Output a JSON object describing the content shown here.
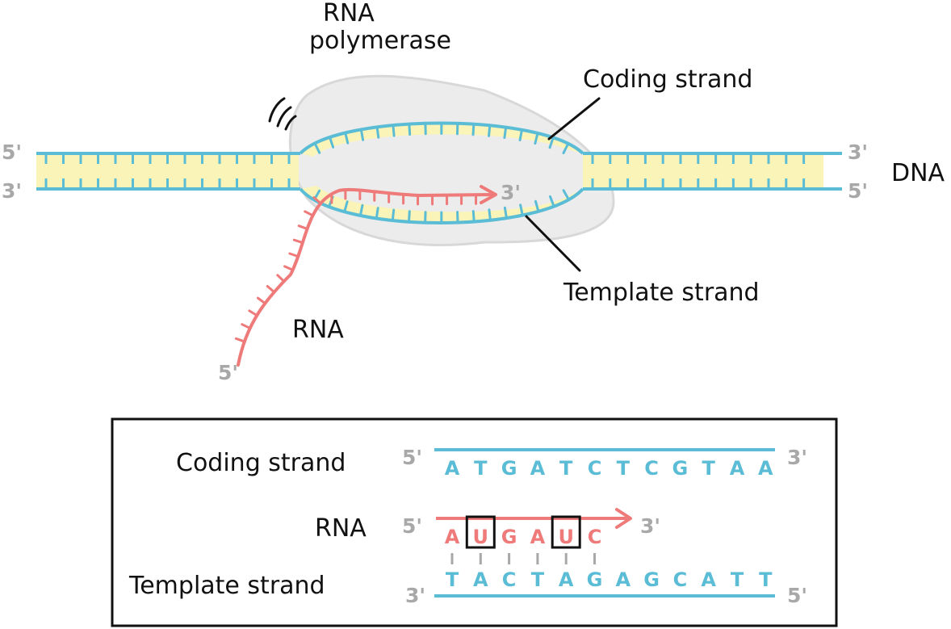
{
  "colors": {
    "dna_strand": "#5bbcd6",
    "base_fill": "#fbf4b8",
    "rna_strand": "#ee7a7a",
    "polymerase_fill": "#ececec",
    "polymerase_stroke": "#d8d8d8",
    "prime_label": "#a8a8a8",
    "text": "#111111"
  },
  "top": {
    "polymerase_label_line1": "RNA",
    "polymerase_label_line2": "polymerase",
    "coding_strand_label": "Coding strand",
    "template_strand_label": "Template strand",
    "dna_label": "DNA",
    "rna_label": "RNA",
    "left_top_prime": "5'",
    "left_bottom_prime": "3'",
    "right_top_prime": "3'",
    "right_bottom_prime": "5'",
    "rna_tip_prime": "3'",
    "rna_tail_prime": "5'"
  },
  "box": {
    "coding_label": "Coding strand",
    "rna_label": "RNA",
    "template_label": "Template strand",
    "coding_left_prime": "5'",
    "coding_right_prime": "3'",
    "rna_left_prime": "5'",
    "rna_right_prime": "3'",
    "template_left_prime": "3'",
    "template_right_prime": "5'",
    "coding_bases": [
      "A",
      "T",
      "G",
      "A",
      "T",
      "C",
      "T",
      "C",
      "G",
      "T",
      "A",
      "A"
    ],
    "rna_bases": [
      "A",
      "U",
      "G",
      "A",
      "U",
      "C"
    ],
    "template_bases": [
      "T",
      "A",
      "C",
      "T",
      "A",
      "G",
      "A",
      "G",
      "C",
      "A",
      "T",
      "T"
    ],
    "boxed_rna_indices": [
      1,
      4
    ]
  }
}
